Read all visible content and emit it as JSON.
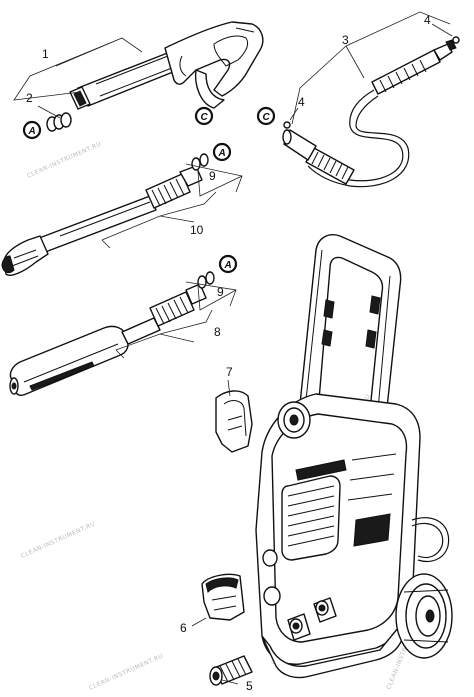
{
  "diagram": {
    "callouts": {
      "n1": "1",
      "n2": "2",
      "n3": "3",
      "n4_top": "4",
      "n4_mid": "4",
      "n5": "5",
      "n6": "6",
      "n7": "7",
      "n8": "8",
      "n9_top": "9",
      "n9_bottom": "9",
      "n10": "10"
    },
    "badges": {
      "a_gun": "A",
      "c_gun": "C",
      "c_hose": "C",
      "a_lance_top": "A",
      "a_lance_bottom": "A"
    },
    "watermark": "CLEAN-INSTRUMENT.RU"
  }
}
